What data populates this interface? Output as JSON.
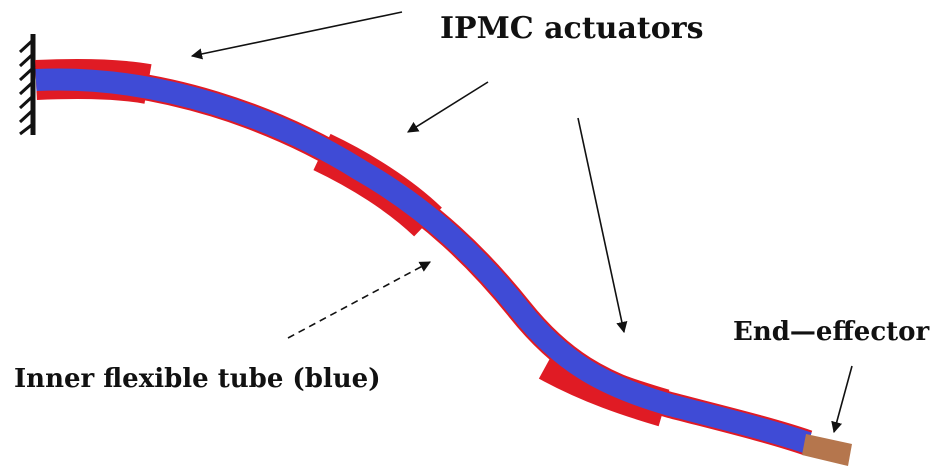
{
  "labels": {
    "actuators": "IPMC actuators",
    "tube": "Inner flexible tube (blue)",
    "end_effector": "End—effector"
  },
  "colors": {
    "tube": "#3f4bd6",
    "actuator": "#e01b24",
    "end_effector": "#b5764d",
    "arrow": "#111111",
    "wall": "#111111"
  }
}
